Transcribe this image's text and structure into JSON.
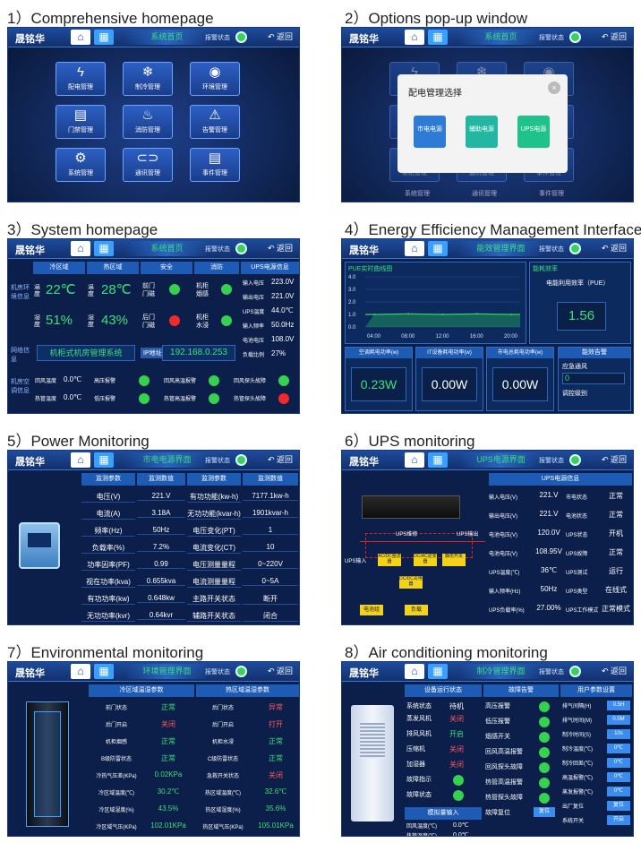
{
  "captions": [
    "1）Comprehensive homepage",
    "2）Options pop-up window",
    "3）System homepage",
    "4）Energy Efficiency Management Interface",
    "5）Power Monitoring",
    "6）UPS monitoring",
    "7）Environmental monitoring",
    "8）Air conditioning monitoring"
  ],
  "header": {
    "brand": "晟铭华",
    "alarm_label": "报警状态",
    "back_label": "返回",
    "home_icon": "home-icon",
    "grid_icon": "grid-icon"
  },
  "titles": {
    "s1": "系统首页",
    "s2": "系统首页",
    "s3": "系统首页",
    "s4": "能效管理界面",
    "s5": "市电电源界面",
    "s6": "UPS电源界面",
    "s7": "环境管理界面",
    "s8": "制冷管理界面"
  },
  "tiles": [
    {
      "icon": "lightning-icon",
      "label": "配电管理"
    },
    {
      "icon": "snowflake-icon",
      "label": "制冷管理"
    },
    {
      "icon": "water-drop-icon",
      "label": "环境管理"
    },
    {
      "icon": "door-icon",
      "label": "门禁管理"
    },
    {
      "icon": "fire-icon",
      "label": "消防管理"
    },
    {
      "icon": "warning-icon",
      "label": "告警管理"
    },
    {
      "icon": "gear-icon",
      "label": "系统管理"
    },
    {
      "icon": "link-icon",
      "label": "通讯管理"
    },
    {
      "icon": "document-icon",
      "label": "事件管理"
    }
  ],
  "popup": {
    "title": "配电管理选择",
    "buttons": [
      "市电电源",
      "辅助电源",
      "UPS电源"
    ],
    "bg_labels": [
      "系统管理",
      "通讯管理",
      "事件管理"
    ]
  },
  "sys": {
    "cols": [
      "冷区域",
      "热区域",
      "安全",
      "消防",
      "UPS电源信息"
    ],
    "row_labels": [
      "机房环境信息",
      "网络信息",
      "机房空调信息"
    ],
    "temp_cold": "22℃",
    "temp_hot": "28℃",
    "hum_cold": "51%",
    "hum_hot": "43%",
    "temp_label": "温度",
    "hum_label": "湿度",
    "safety": [
      "前门门磁",
      "后门门磁"
    ],
    "fire": [
      "机柜烟感",
      "机柜水浸"
    ],
    "ups": [
      [
        "输入电压",
        "223.0V"
      ],
      [
        "输出电压",
        "221.0V"
      ],
      [
        "UPS温度",
        "44.0℃"
      ],
      [
        "输入频率",
        "50.0Hz"
      ],
      [
        "电池电压",
        "108.0V"
      ],
      [
        "负载比例",
        "27%"
      ]
    ],
    "system_name": "机柜式机房管理系统",
    "ip_label": "IP地址",
    "ip": "192.168.0.253",
    "ac": [
      [
        "回风温度",
        "0.0℃"
      ],
      [
        "热管温度",
        "0.0℃"
      ]
    ],
    "ac_alarms": [
      "高压报警",
      "低压报警",
      "回风高温报警",
      "热管高温报警",
      "回风探头故障",
      "热管探头故障"
    ]
  },
  "eff": {
    "chart_title": "PUE实时曲线图",
    "pue_title": "能耗效率",
    "pue_label": "电能利用效率（PUE）",
    "pue": "1.56",
    "y_ticks": [
      "4.0",
      "3.0",
      "2.0",
      "1.0",
      "0.0"
    ],
    "x_ticks": [
      "04:00",
      "08:00",
      "12:00",
      "16:00",
      "20:00"
    ],
    "boxes": [
      [
        "空调耗电功率(w)",
        "0.23W"
      ],
      [
        "IT设备耗电功率(w)",
        "0.00W"
      ],
      [
        "市电总耗电功率(w)",
        "0.00W"
      ]
    ],
    "alarm_title": "能效告警",
    "alarm_items": [
      "应急通风",
      "0",
      "调控级别"
    ]
  },
  "chart_data": {
    "type": "line",
    "title": "PUE实时曲线图",
    "x": [
      "04:00",
      "08:00",
      "12:00",
      "16:00",
      "20:00"
    ],
    "values": [
      1.0,
      1.05,
      1.0,
      1.05,
      1.0
    ],
    "ylim": [
      0,
      4
    ]
  },
  "power": {
    "headers": [
      "监测参数",
      "监测数值",
      "监测参数",
      "监测数值"
    ],
    "rows": [
      [
        "电压(V)",
        "221.V",
        "有功功能(kw-h)",
        "7177.1kw-h"
      ],
      [
        "电流(A)",
        "3.18A",
        "无功功能(kvar-h)",
        "1901kvar-h"
      ],
      [
        "频率(Hz)",
        "50Hz",
        "电压变化(PT)",
        "1"
      ],
      [
        "负载率(%)",
        "7.2%",
        "电流变化(CT)",
        "10"
      ],
      [
        "功率因率(PF)",
        "0.99",
        "电压测量量程",
        "0~220V"
      ],
      [
        "视在功率(kva)",
        "0.655kva",
        "电流测量量程",
        "0~5A"
      ],
      [
        "有功功率(kw)",
        "0.648kw",
        "主路开关状态",
        "断开"
      ],
      [
        "无功功率(kvr)",
        "0.64kvr",
        "辅路开关状态",
        "闭合"
      ]
    ]
  },
  "ups": {
    "header": "UPS电源信息",
    "rows": [
      [
        "输入电压(V)",
        "221.V",
        "市电状态",
        "正常"
      ],
      [
        "输出电压(V)",
        "221.V",
        "电池状态",
        "正常"
      ],
      [
        "电池电压(V)",
        "120.0V",
        "UPS状态",
        "开机"
      ],
      [
        "电池电压(V)",
        "108.95V",
        "UPS故障",
        "正常"
      ],
      [
        "UPS温度(℃)",
        "36℃",
        "UPS测试",
        "运行"
      ],
      [
        "输入频率(Hz)",
        "50Hz",
        "UPS类型",
        "在线式"
      ],
      [
        "UPS负载率(%)",
        "27.00%",
        "UPS工作模式",
        "正常模式"
      ]
    ],
    "diagram": [
      "UPS输入",
      "UPS输出",
      "AC/DC整流器",
      "DC/AC逆变器",
      "静态开关",
      "UPS维修",
      "DC/DC充电器",
      "电池组",
      "负载"
    ]
  },
  "env": {
    "cold_title": "冷区域温湿参数",
    "hot_title": "热区域温湿参数",
    "rows": [
      [
        "前门状态",
        "正常",
        "后门状态",
        "异常"
      ],
      [
        "后门开启",
        "关闭",
        "后门开启",
        "打开"
      ],
      [
        "机柜烟感",
        "正常",
        "机柜水浸",
        "正常"
      ],
      [
        "B级防雷状态",
        "正常",
        "C级防雷状态",
        "正常"
      ],
      [
        "冷热气压差(KPa)",
        "0.02KPa",
        "急救开关状态",
        "关闭"
      ],
      [
        "冷区域温度(℃)",
        "30.2℃",
        "热区域温度(℃)",
        "32.6℃"
      ],
      [
        "冷区域湿度(%)",
        "43.5%",
        "热区域湿度(%)",
        "35.6%"
      ],
      [
        "冷区域气压(KPa)",
        "102.01KPa",
        "热区域气压(KPa)",
        "105.01KPa"
      ]
    ]
  },
  "ac": {
    "headers": [
      "设备运行状态",
      "故障告警",
      "用户参数设置"
    ],
    "status": [
      [
        "蒸发风机",
        "关闭"
      ],
      [
        "排风风机",
        "开启"
      ],
      [
        "压缩机",
        "关闭"
      ],
      [
        "加湿器",
        "关闭"
      ],
      [
        "故障指示",
        ""
      ],
      [
        "故障状态",
        ""
      ]
    ],
    "status_top": "系统状态",
    "status_top_val": "待机",
    "faults": [
      "高压报警",
      "低压报警",
      "烟感开关",
      "回风高温报警",
      "回风探头故障",
      "热管高温报警",
      "热管探头故障",
      "故障复位"
    ],
    "params": [
      [
        "排气间隔(H)",
        "0.5H"
      ],
      [
        "排气时间(M)",
        "0.5M"
      ],
      [
        "制冷时间(S)",
        "10s"
      ],
      [
        "制冷温度(℃)",
        "0℃"
      ],
      [
        "制冷回差(℃)",
        "0℃"
      ],
      [
        "高温报警(℃)",
        "0℃"
      ],
      [
        "蒸发报警(℃)",
        "0℃"
      ],
      [
        "出厂复位",
        "复位"
      ],
      [
        "系统开关",
        "开启"
      ]
    ],
    "analog_title": "模拟量输入",
    "analog": [
      [
        "回风温度(℃)",
        "0.0℃"
      ],
      [
        "热管温度(℃)",
        "0.0℃"
      ]
    ],
    "reset_label": "复位"
  }
}
